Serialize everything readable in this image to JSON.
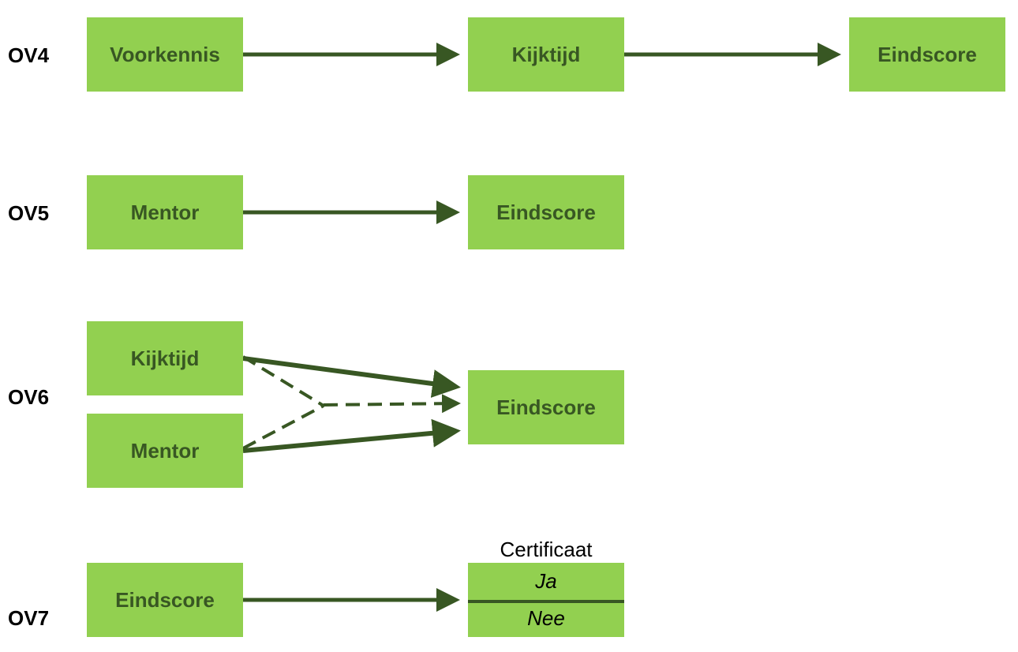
{
  "ov4": {
    "label": "OV4",
    "nodes": [
      "Voorkennis",
      "Kijktijd",
      "Eindscore"
    ]
  },
  "ov5": {
    "label": "OV5",
    "nodes": [
      "Mentor",
      "Eindscore"
    ]
  },
  "ov6": {
    "label": "OV6",
    "nodes": [
      "Kijktijd",
      "Mentor",
      "Eindscore"
    ]
  },
  "ov7": {
    "label": "OV7",
    "source": "Eindscore",
    "certificate": {
      "title": "Certificaat",
      "options": [
        "Ja",
        "Nee"
      ]
    }
  },
  "colors": {
    "box_fill": "#92d050",
    "box_text": "#385723",
    "arrow": "#385723"
  }
}
